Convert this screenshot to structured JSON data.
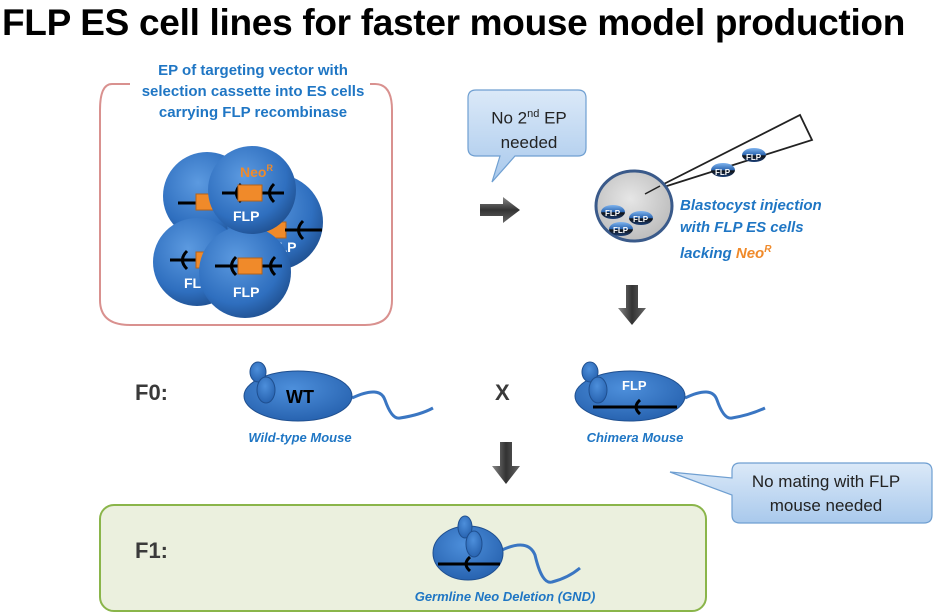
{
  "title": "FLP ES cell lines for faster mouse model production",
  "ep_box": {
    "caption_lines": [
      "EP of targeting vector  with",
      "selection cassette into ES cells",
      "carrying FLP recombinase"
    ],
    "cell_label": "FLP",
    "neo_label": "Neo",
    "neo_sup": "R"
  },
  "callout_no_second_ep": {
    "line1_prefix": "No 2",
    "line1_sup": "nd",
    "line1_suffix": " EP",
    "line2": "needed"
  },
  "blastocyst": {
    "cell_label": "FLP",
    "caption_lines": [
      "Blastocyst injection",
      "with FLP ES cells"
    ],
    "caption_line3_prefix": "lacking ",
    "caption_line3_neo": "Neo",
    "caption_line3_sup": "R"
  },
  "f0": {
    "label": "F0:",
    "cross_symbol": "X",
    "wild_type": {
      "body_label": "WT",
      "caption": "Wild-type Mouse"
    },
    "chimera": {
      "body_label": "FLP",
      "caption": "Chimera Mouse"
    }
  },
  "callout_no_mating": {
    "line1": "No mating with FLP",
    "line2": "mouse needed"
  },
  "f1": {
    "label": "F1:",
    "caption": "Germline Neo Deletion (GND)"
  },
  "colors": {
    "cell_blue": "#2f6fbf",
    "text_blue": "#1f76c4",
    "neo_orange": "#f08a2a",
    "ep_box_border": "#d9918f",
    "f1_box_fill": "#ebf0de",
    "f1_box_border": "#8ab54a",
    "callout_fill": "#c5dcf3",
    "arrow_gray": "#555555"
  }
}
